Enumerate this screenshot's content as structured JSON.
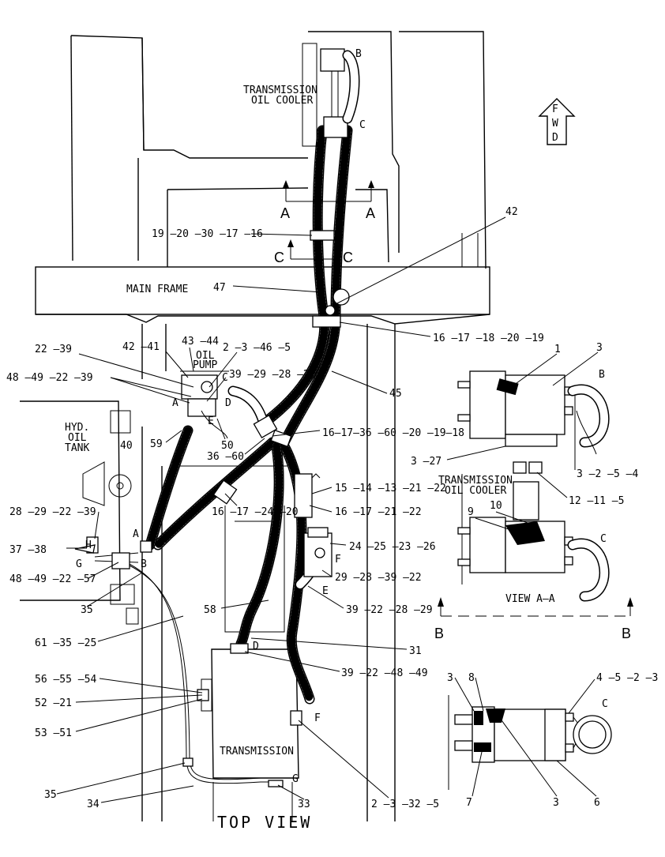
{
  "view_title": "TOP VIEW",
  "fwd_arrow": {
    "letters": [
      "F",
      "W",
      "D"
    ]
  },
  "components": {
    "transmission_oil_cooler": [
      "TRANSMISSION",
      "OIL COOLER"
    ],
    "main_frame": "MAIN FRAME",
    "oil_pump": [
      "OIL",
      "PUMP"
    ],
    "hyd_oil_tank": [
      "HYD.",
      "OIL",
      "TANK"
    ],
    "transmission": "TRANSMISSION"
  },
  "section_marks": {
    "A_left": "A",
    "A_right": "A",
    "C_left": "C",
    "C_right": "C",
    "B_left": "B",
    "B_right": "B"
  },
  "callouts": {
    "c_19_20_30_17_16": "19 –20 –30 –17 –16",
    "c_42_top": "42",
    "c_47": "47",
    "c_16_17_18_20_19": "16 –17 –18 –20 –19",
    "c_42_41": "42 –41",
    "c_43_44": "43 –44",
    "c_2_3_46_5": "2 –3 –46 –5",
    "c_22_39": "22 –39",
    "c_39_29_28_22": "39 –29 –28 –22",
    "c_48_49_22_39": "48 –49 –22 –39",
    "c_45": "45",
    "c_16_17_36_60_20_19_18": "16–17–36 –60 –20 –19–18",
    "c_50": "50",
    "c_36_60": "36 –60",
    "c_59": "59",
    "c_40": "40",
    "c_15_14_13_21_22": "15 –14 –13 –21 –22",
    "c_16_17_21_22": "16 –17 –21 –22",
    "c_16_17_24_20": "16 –17 –24 –20",
    "c_28_29_22_39": "28 –29 –22 –39",
    "c_24_25_23_26": "24 –25 –23 –26",
    "c_37_38": "37 –38",
    "c_29_28_39_22": "29 –28 –39 –22",
    "c_48_49_22_57": "48 –49 –22 –57",
    "c_39_22_28_29": "39 –22 –28 –29",
    "c_35_a": "35",
    "c_58": "58",
    "c_61_35_25": "61 –35 –25",
    "c_31": "31",
    "c_39_22_48_49": "39 –22 –48 –49",
    "c_56_55_54": "56 –55 –54",
    "c_52_21": "52 –21",
    "c_53_51": "53 –51",
    "c_35_b": "35",
    "c_34": "34",
    "c_33": "33",
    "c_2_3_32_5": "2 –3 –32 –5"
  },
  "hose_letters": {
    "B_top": "B",
    "C_top": "C",
    "C_pump": "C",
    "D_pump": "D",
    "E_pump": "E",
    "A_pump": "A",
    "A_tank": "A",
    "H": "H",
    "G_tank": "G",
    "B_tank": "B",
    "F_valve": "F",
    "E_valve": "E",
    "D_trans": "D",
    "F_trans": "F",
    "G_trans": "G"
  },
  "view_aa": {
    "title": "VIEW  A–A",
    "cooler_label": [
      "TRANSMISSION",
      "OIL COOLER"
    ],
    "n1": "1",
    "n3": "3",
    "nB": "B",
    "n3_27": "3 –27",
    "n3_2_5_4": "3 –2 –5 –4",
    "n12_11_5": "12 –11 –5",
    "n9": "9",
    "n10": "10",
    "nC": "C"
  },
  "view_detail": {
    "n3a": "3",
    "n8": "8",
    "n4_5_2_3": "4 –5 –2 –3",
    "nC": "C",
    "n7": "7",
    "n3b": "3",
    "n6": "6"
  }
}
